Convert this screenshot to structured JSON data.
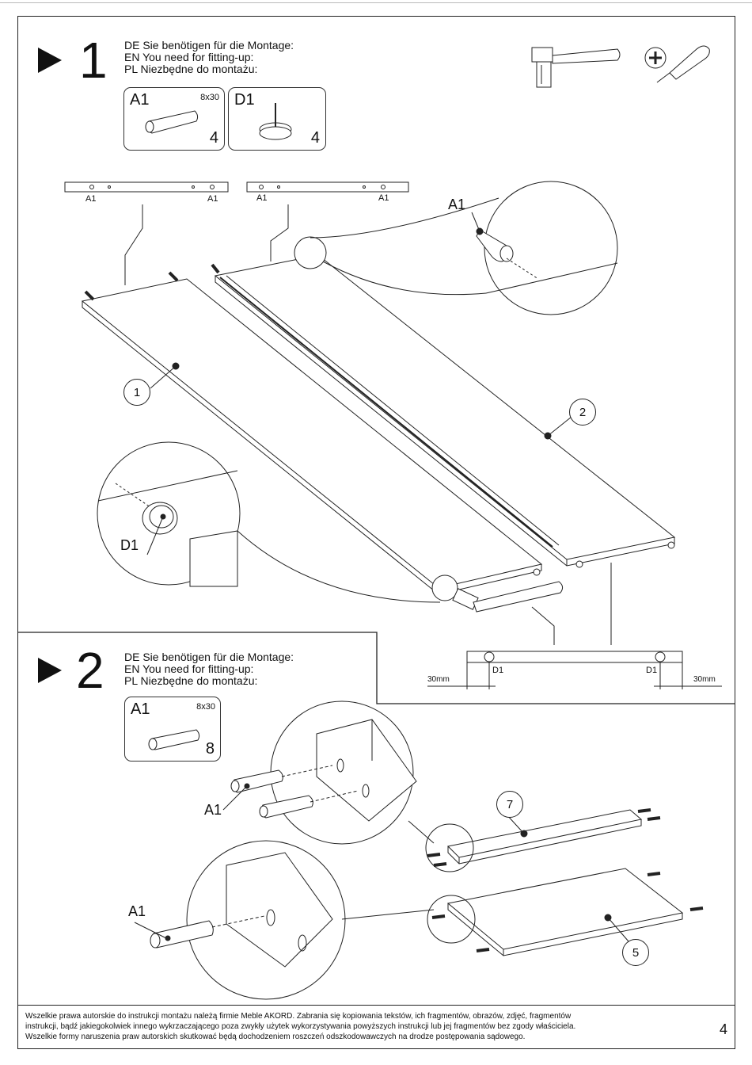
{
  "step1": {
    "number": "1",
    "need": {
      "de": "DE Sie benötigen für die Montage:",
      "en": "EN You need for fitting-up:",
      "pl": "PL Niezbędne do montażu:"
    },
    "parts": [
      {
        "label": "A1",
        "size": "8x30",
        "qty": "4"
      },
      {
        "label": "D1",
        "size": "",
        "qty": "4"
      }
    ],
    "tools": [
      "hammer-icon",
      "phillips-screwdriver-icon"
    ],
    "rail_left_labels": [
      "A1",
      "A1"
    ],
    "rail_right_labels": [
      "A1",
      "A1"
    ],
    "detail_a1_label": "A1",
    "detail_d1_label": "D1",
    "panel_callouts": [
      "1",
      "2"
    ],
    "bottom_rail_labels": [
      "D1",
      "D1"
    ],
    "dimensions": [
      "30mm",
      "30mm"
    ]
  },
  "step2": {
    "number": "2",
    "need": {
      "de": "DE Sie benötigen für die Montage:",
      "en": "EN You need for fitting-up:",
      "pl": "PL Niezbędne do montażu:"
    },
    "parts": [
      {
        "label": "A1",
        "size": "8x30",
        "qty": "8"
      }
    ],
    "detail_labels": [
      "A1",
      "A1"
    ],
    "panel_callouts": [
      "7",
      "5"
    ]
  },
  "footer": {
    "line1": "Wszelkie prawa autorskie do instrukcji montażu należą firmie Meble AKORD. Zabrania się kopiowania tekstów, ich fragmentów, obrazów, zdjęć, fragmentów",
    "line2": "instrukcji, bądź jakiegokolwiek innego wykrzaczającego poza zwykły użytek wykorzystywania powyższych instrukcji lub jej fragmentów bez zgody właściciela.",
    "line3": "Wszelkie formy naruszenia praw autorskich skutkować będą dochodzeniem roszczeń odszkodowawczych na drodze postępowania sądowego.",
    "page": "4"
  }
}
